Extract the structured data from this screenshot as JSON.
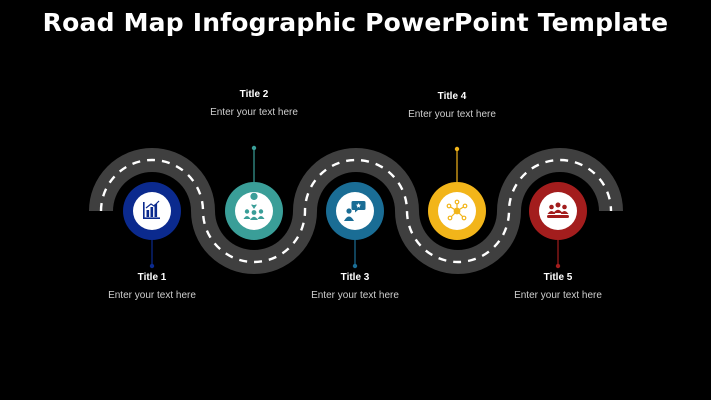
{
  "page_title": "Road Map Infographic PowerPoint Template",
  "milestones": [
    {
      "title": "Title 1",
      "text": "Enter your text here",
      "color": "#0b2a8e",
      "icon": "bar-chart-icon",
      "label_position": "below"
    },
    {
      "title": "Title 2",
      "text": "Enter your text here",
      "color": "#3a9e98",
      "icon": "team-location-icon",
      "label_position": "above"
    },
    {
      "title": "Title 3",
      "text": "Enter your text here",
      "color": "#1a6d95",
      "icon": "presenter-chat-icon",
      "label_position": "below"
    },
    {
      "title": "Title 4",
      "text": "Enter your text here",
      "color": "#f2b51a",
      "icon": "network-hub-icon",
      "label_position": "above"
    },
    {
      "title": "Title 5",
      "text": "Enter your text here",
      "color": "#a31d1d",
      "icon": "meeting-group-icon",
      "label_position": "below"
    }
  ],
  "road": {
    "asphalt_color": "#3f3f3f",
    "lane_marking_color": "#ffffff"
  }
}
